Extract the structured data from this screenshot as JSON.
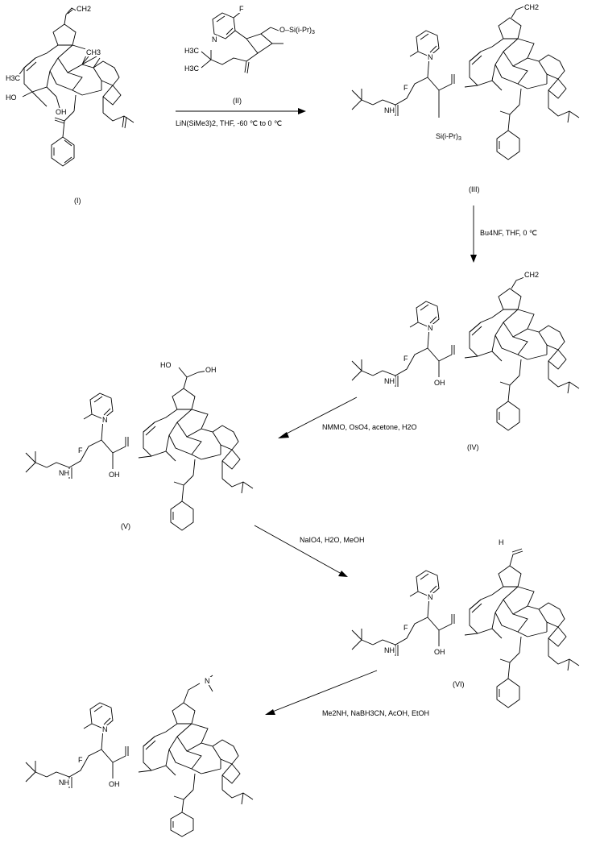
{
  "compounds": [
    {
      "id": "I",
      "label": "(I)"
    },
    {
      "id": "II",
      "label": "(II)"
    },
    {
      "id": "III",
      "label": "(III)"
    },
    {
      "id": "IV",
      "label": "(IV)"
    },
    {
      "id": "V",
      "label": "(V)"
    },
    {
      "id": "VI",
      "label": "(VI)"
    }
  ],
  "steps": [
    {
      "reagent_top": "(II)",
      "reagent_bottom": "LiN(SiMe3)2, THF, -60 ℃ to 0 ℃"
    },
    {
      "reagent": "Bu4NF, THF, 0 ℃"
    },
    {
      "reagent": "NMMO, OsO4, acetone, H2O"
    },
    {
      "reagent": "NaIO4, H2O, MeOH"
    },
    {
      "reagent": "Me2NH, NaBH3CN, AcOH, EtOH"
    }
  ],
  "atoms": {
    "F": "F",
    "N": "N",
    "O": "O",
    "H": "H",
    "HO": "HO",
    "OH": "OH",
    "CH2": "CH2",
    "H3C": "H3C",
    "CH3": "CH3",
    "H3C2": "H3C",
    "NH": "NH",
    "Si_iPr3": "Si(i-Pr)3",
    "O_Si_iPr3": "O–Si(i-Pr)3",
    "NMe2_N": "N"
  }
}
